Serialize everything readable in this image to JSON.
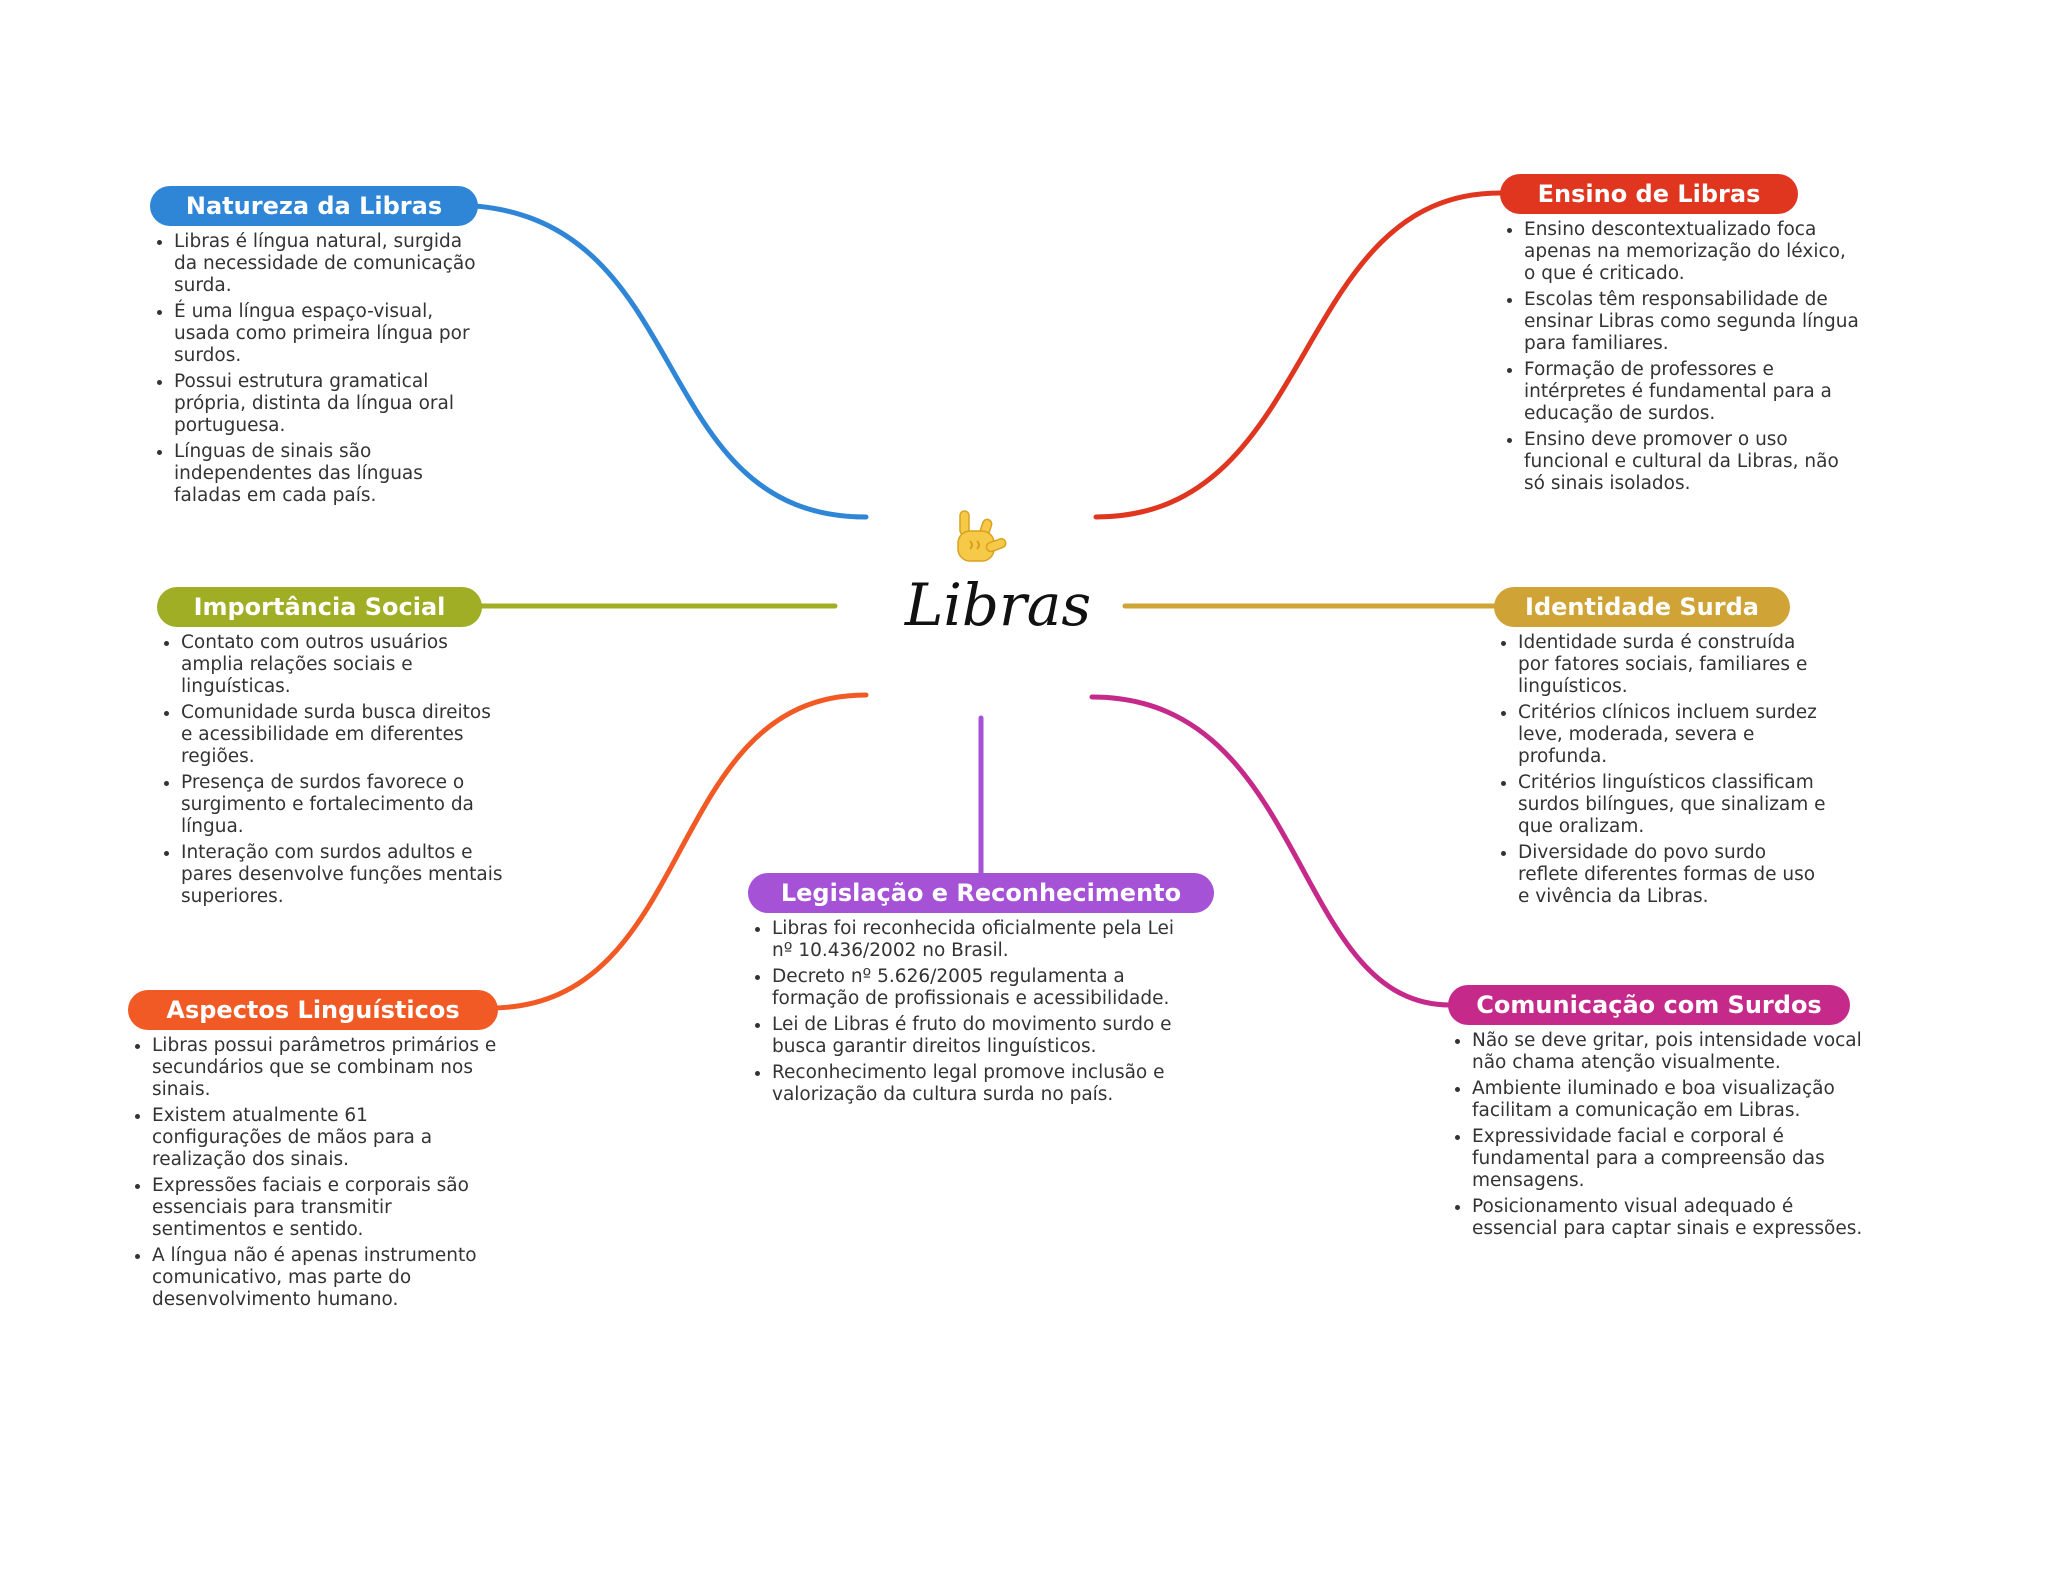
{
  "center": {
    "title": "Libras",
    "icon": "sign-language-hand-icon"
  },
  "colors": {
    "natureza": "#2f86d6",
    "importancia": "#9fae24",
    "aspectos": "#f15a24",
    "legislacao": "#a552d6",
    "ensino": "#e0351e",
    "identidade": "#cfa335",
    "comunicacao": "#c52a8a"
  },
  "branches": {
    "natureza": {
      "title": "Natureza da Libras",
      "items": [
        "Libras é língua natural, surgida da necessidade de comunicação surda.",
        "É uma língua espaço-visual, usada como primeira língua por surdos.",
        "Possui estrutura gramatical própria, distinta da língua oral portuguesa.",
        "Línguas de sinais são independentes das línguas faladas em cada país."
      ]
    },
    "importancia": {
      "title": "Importância Social",
      "items": [
        "Contato com outros usuários amplia relações sociais e linguísticas.",
        "Comunidade surda busca direitos e acessibilidade em diferentes regiões.",
        "Presença de surdos favorece o surgimento e fortalecimento da língua.",
        "Interação com surdos adultos e pares desenvolve funções mentais superiores."
      ]
    },
    "aspectos": {
      "title": "Aspectos Linguísticos",
      "items": [
        "Libras possui parâmetros primários e secundários que se combinam nos sinais.",
        "Existem atualmente 61 configurações de mãos para a realização dos sinais.",
        "Expressões faciais e corporais são essenciais para transmitir sentimentos e sentido.",
        "A língua não é apenas instrumento comunicativo, mas parte do desenvolvimento humano."
      ]
    },
    "legislacao": {
      "title": "Legislação e Reconhecimento",
      "items": [
        "Libras foi reconhecida oficialmente pela Lei nº 10.436/2002 no Brasil.",
        "Decreto nº 5.626/2005 regulamenta a formação de profissionais e acessibilidade.",
        "Lei de Libras é fruto do movimento surdo e busca garantir direitos linguísticos.",
        "Reconhecimento legal promove inclusão e valorização da cultura surda no país."
      ]
    },
    "ensino": {
      "title": "Ensino de Libras",
      "items": [
        "Ensino descontextualizado foca apenas na memorização do léxico, o que é criticado.",
        "Escolas têm responsabilidade de ensinar Libras como segunda língua para familiares.",
        "Formação de professores e intérpretes é fundamental para a educação de surdos.",
        "Ensino deve promover o uso funcional e cultural da Libras, não só sinais isolados."
      ]
    },
    "identidade": {
      "title": "Identidade Surda",
      "items": [
        "Identidade surda é construída por fatores sociais, familiares e linguísticos.",
        "Critérios clínicos incluem surdez leve, moderada, severa e profunda.",
        "Critérios linguísticos classificam surdos bilíngues, que sinalizam e que oralizam.",
        "Diversidade do povo surdo reflete diferentes formas de uso e vivência da Libras."
      ]
    },
    "comunicacao": {
      "title": "Comunicação com Surdos",
      "items": [
        "Não se deve gritar, pois intensidade vocal não chama atenção visualmente.",
        "Ambiente iluminado e boa visualização facilitam a comunicação em Libras.",
        "Expressividade facial e corporal é fundamental para a compreensão das mensagens.",
        "Posicionamento visual adequado é essencial para captar sinais e expressões."
      ]
    }
  }
}
